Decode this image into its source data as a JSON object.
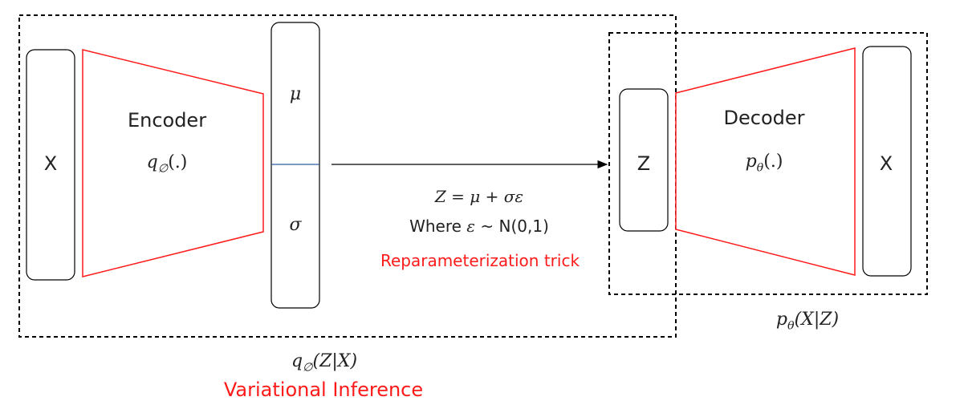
{
  "input_x": "X",
  "encoder": {
    "title": "Encoder",
    "func": "q",
    "sub": "∅",
    "arg": "(.)"
  },
  "latent": {
    "mu": "μ",
    "sigma": "σ",
    "z": "Z"
  },
  "reparam": {
    "equation": "Z = μ + σε",
    "where": "Where",
    "eps": "ε",
    "dist": "~ N(0,1)",
    "caption": "Reparameterization trick"
  },
  "decoder": {
    "title": "Decoder",
    "func": "p",
    "sub": "θ",
    "arg": "(.)"
  },
  "output_x": "X",
  "posterior": {
    "func": "q",
    "sub": "∅",
    "arg": "(Z|X)"
  },
  "likelihood": {
    "func": "p",
    "sub": "θ",
    "arg": "(X|Z)"
  },
  "variational_label": "Variational Inference",
  "colors": {
    "red": "#ff1a1a",
    "line": "#000000",
    "split": "#2e5f9c"
  }
}
